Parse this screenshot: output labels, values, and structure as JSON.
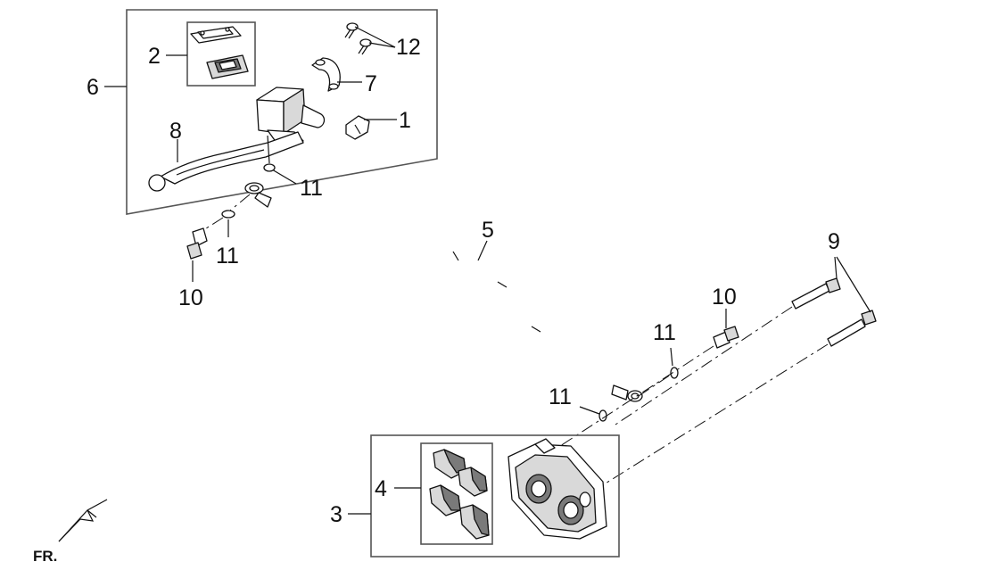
{
  "callouts": {
    "c1": "1",
    "c2": "2",
    "c3": "3",
    "c4": "4",
    "c5": "5",
    "c6": "6",
    "c7": "7",
    "c8": "8",
    "c9": "9",
    "c10a": "10",
    "c10b": "10",
    "c11a": "11",
    "c11b": "11",
    "c11c": "11",
    "c11d": "11",
    "c12": "12"
  },
  "front_marker": "FR."
}
